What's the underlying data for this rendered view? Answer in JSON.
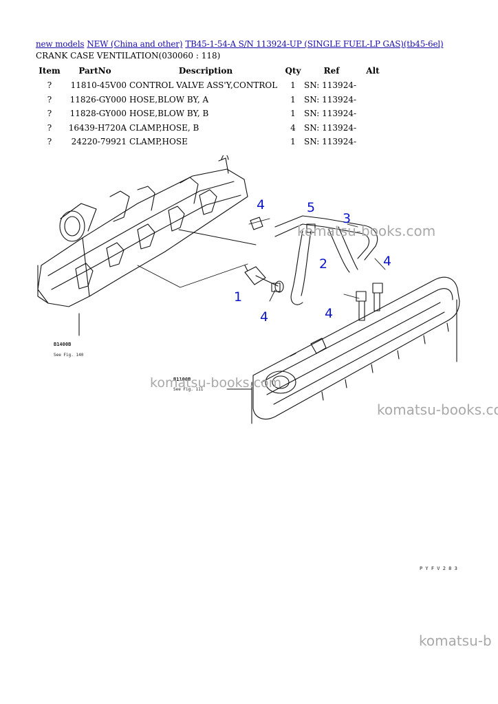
{
  "breadcrumb": {
    "links": [
      "new models",
      "NEW (China and other)",
      "TB45-1-54-A S/N 113924-UP (SINGLE FUEL-LP GAS)(tb45-6el)"
    ]
  },
  "section_title": "CRANK CASE VENTILATION(030060 : 118)",
  "table": {
    "headers": [
      "Item",
      "PartNo",
      "Description",
      "Qty",
      "Ref",
      "Alt"
    ],
    "rows": [
      {
        "item": "?",
        "part_no": "11810-45V00",
        "description": "CONTROL VALVE ASS'Y,CONTROL",
        "qty": "1",
        "ref": "SN: 113924-",
        "alt": ""
      },
      {
        "item": "?",
        "part_no": "11826-GY000",
        "description": "HOSE,BLOW BY, A",
        "qty": "1",
        "ref": "SN: 113924-",
        "alt": ""
      },
      {
        "item": "?",
        "part_no": "11828-GY000",
        "description": "HOSE,BLOW BY, B",
        "qty": "1",
        "ref": "SN: 113924-",
        "alt": ""
      },
      {
        "item": "?",
        "part_no": "16439-H720A",
        "description": "CLAMP,HOSE, B",
        "qty": "4",
        "ref": "SN: 113924-",
        "alt": ""
      },
      {
        "item": "?",
        "part_no": "24220-79921",
        "description": "CLAMP,HOSE",
        "qty": "1",
        "ref": "SN: 113924-",
        "alt": ""
      }
    ]
  },
  "diagram": {
    "callouts": [
      "4",
      "5",
      "3",
      "2",
      "4",
      "1",
      "4",
      "4"
    ],
    "ref_notes": [
      {
        "code": "B1400B",
        "see": "See Fig. 140"
      },
      {
        "code": "B1100B",
        "see": "See Fig. 111"
      }
    ],
    "drawing_code": "P Y F V 2 8 3"
  },
  "watermarks": [
    "komatsu-books.com",
    "komatsu-books.com",
    "komatsu-books.com",
    "komatsu-b"
  ],
  "colors": {
    "link": "#1a0dab",
    "callout": "#0a14c8",
    "watermark": "#a8a8a8"
  }
}
